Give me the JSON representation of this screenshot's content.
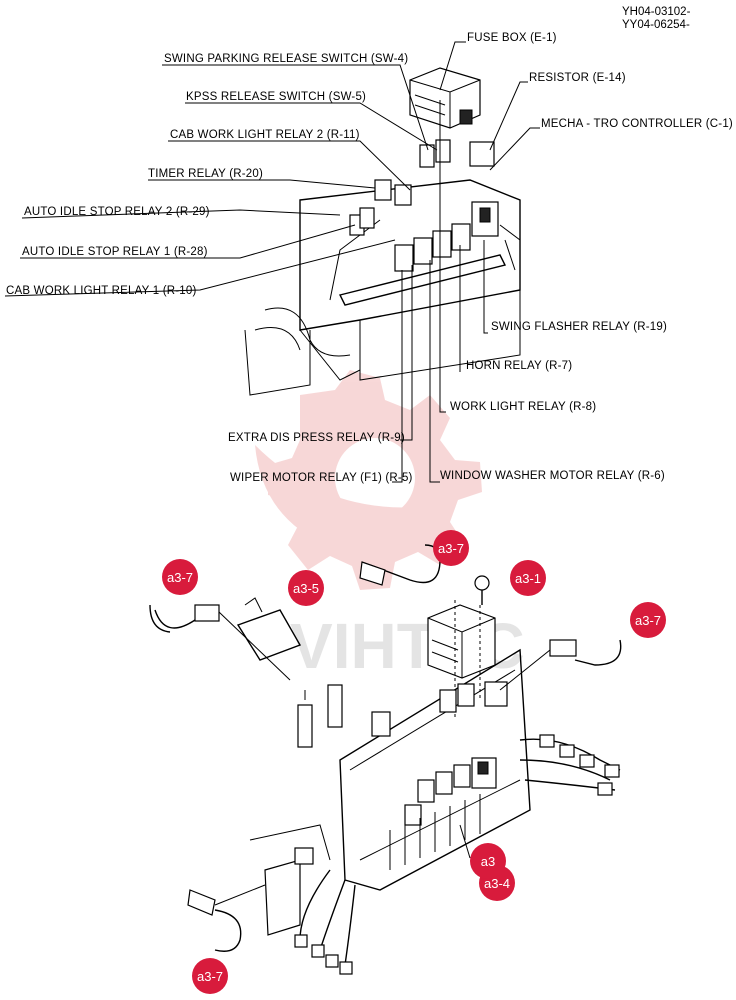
{
  "document_codes": [
    "YH04-03102-",
    "YY04-06254-"
  ],
  "watermark": "VIHTEC",
  "colors": {
    "tag": "#d81b3c",
    "watermark_logo": "#f2b8b8"
  },
  "labels": {
    "fuse_box": "FUSE BOX (E-1)",
    "swing_parking": "SWING PARKING RELEASE SWITCH (SW-4)",
    "resistor": "RESISTOR (E-14)",
    "kpss": "KPSS RELEASE SWITCH (SW-5)",
    "mechatro": "MECHA - TRO CONTROLLER (C-1)",
    "cab_light_2": "CAB WORK LIGHT RELAY 2  (R-11)",
    "timer": "TIMER RELAY  (R-20)",
    "auto_idle_2": "AUTO IDLE STOP RELAY 2   (R-29)",
    "auto_idle_1": "AUTO IDLE STOP RELAY 1  (R-28)",
    "cab_light_1": "CAB WORK LIGHT RELAY 1 (R-10)",
    "swing_flasher": "SWING FLASHER RELAY (R-19)",
    "horn": "HORN  RELAY (R-7)",
    "work_light": "WORK LIGHT  RELAY (R-8)",
    "extra_dis": "EXTRA DIS PRESS RELAY (R-9)",
    "wiper": "WIPER MOTOR RELAY (F1)  (R-5)",
    "washer": "WINDOW WASHER MOTOR RELAY  (R-6)"
  },
  "tags": {
    "t1": "a3-7",
    "t2": "a3-5",
    "t3": "a3-7",
    "t4": "a3-1",
    "t5": "a3-7",
    "t6": "a3",
    "t7": "a3-4",
    "t8": "a3-7"
  }
}
